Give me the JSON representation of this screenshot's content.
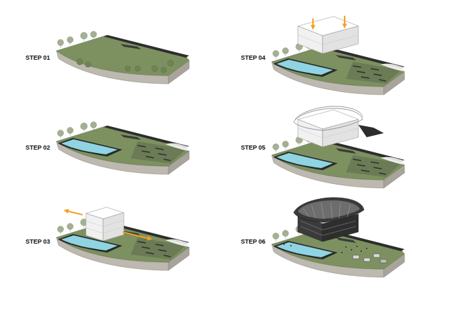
{
  "diagram": {
    "labels": [
      "STEP 01",
      "STEP 04",
      "STEP 02",
      "STEP 05",
      "STEP 03",
      "STEP 06"
    ]
  }
}
